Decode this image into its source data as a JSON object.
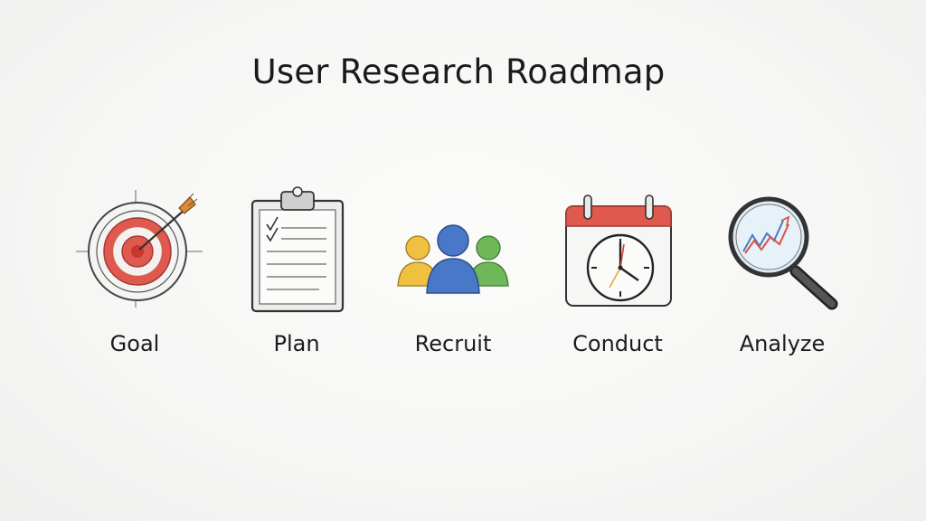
{
  "title": "User Research Roadmap",
  "steps": [
    {
      "label": "Goal",
      "icon": "target-icon"
    },
    {
      "label": "Plan",
      "icon": "clipboard-icon"
    },
    {
      "label": "Recruit",
      "icon": "people-icon"
    },
    {
      "label": "Conduct",
      "icon": "calendar-clock-icon"
    },
    {
      "label": "Analyze",
      "icon": "magnifier-chart-icon"
    }
  ],
  "colors": {
    "red": "#d9534a",
    "blue": "#4a78c9",
    "green": "#6fb85a",
    "yellow": "#f0c040",
    "pencil": "#555555"
  }
}
